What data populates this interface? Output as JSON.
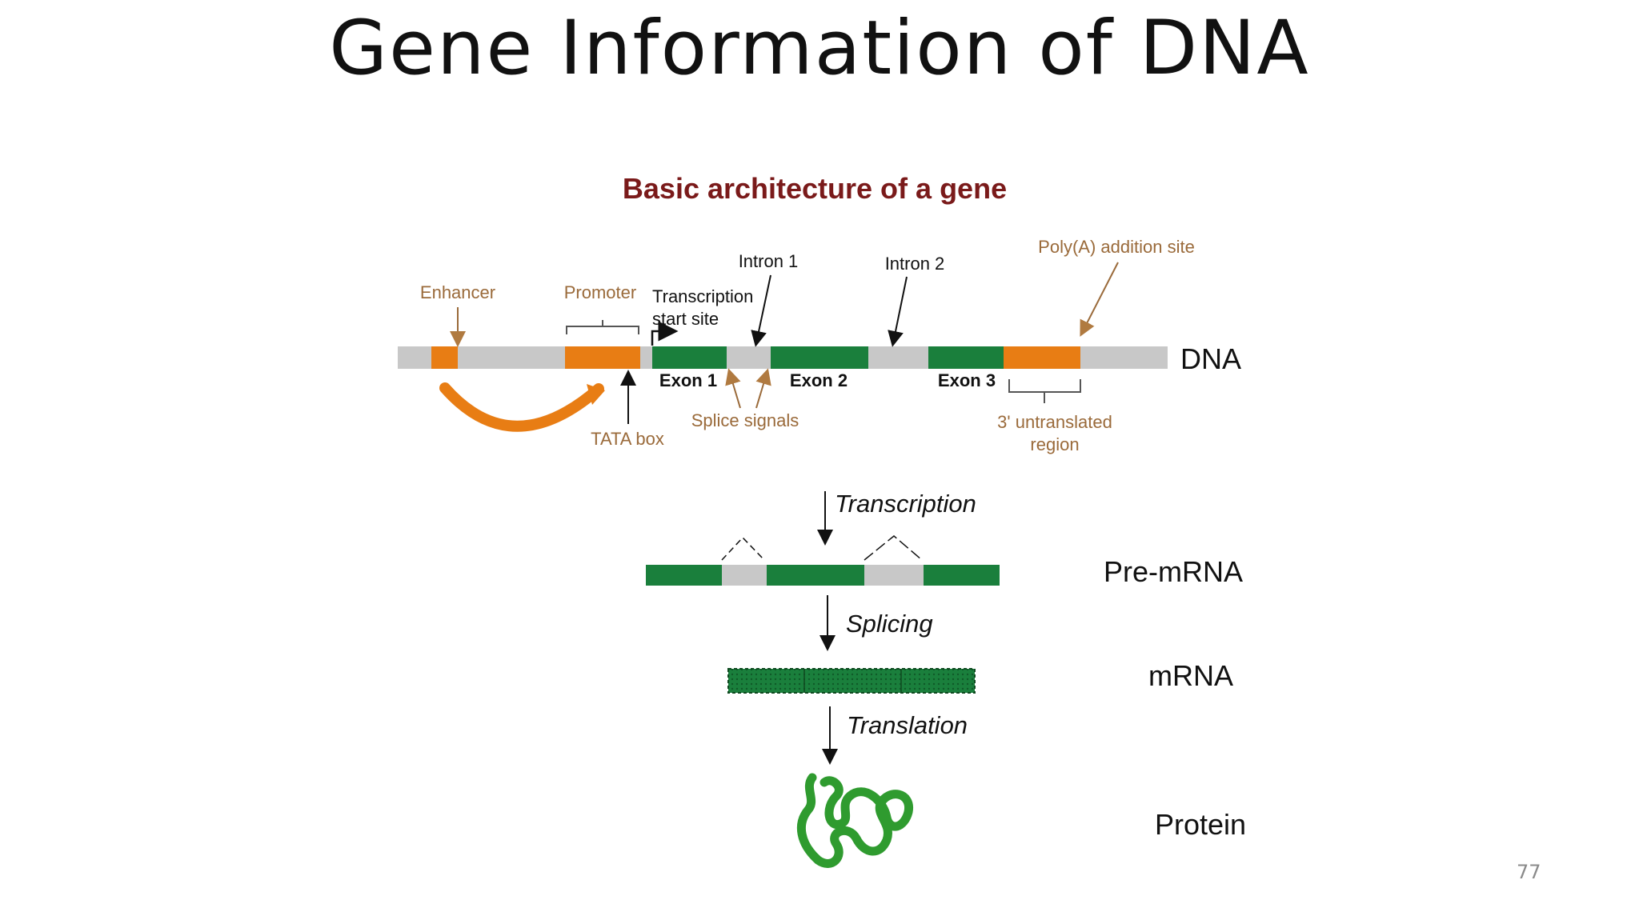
{
  "slide": {
    "title": "Gene Information of DNA",
    "page_number": "77"
  },
  "diagram": {
    "title": "Basic architecture of a gene",
    "labels": {
      "enhancer": "Enhancer",
      "promoter": "Promoter",
      "transcription_start_line1": "Transcription",
      "transcription_start_line2": "start site",
      "intron1": "Intron 1",
      "intron2": "Intron 2",
      "polya": "Poly(A) addition site",
      "dna": "DNA",
      "exon1": "Exon 1",
      "exon2": "Exon 2",
      "exon3": "Exon 3",
      "tata_box": "TATA box",
      "splice_signals": "Splice signals",
      "utr_line1": "3' untranslated",
      "utr_line2": "region"
    },
    "steps": {
      "transcription": "Transcription",
      "splicing": "Splicing",
      "translation": "Translation"
    },
    "products": {
      "pre_mrna": "Pre-mRNA",
      "mrna": "mRNA",
      "protein": "Protein"
    },
    "colors": {
      "exon": "#1a7f3c",
      "regulatory": "#e87d14",
      "backbone": "#c8c8c8",
      "orange_label": "#9a6a3a",
      "title": "#7a1a1a",
      "protein": "#2f9b2f"
    }
  }
}
